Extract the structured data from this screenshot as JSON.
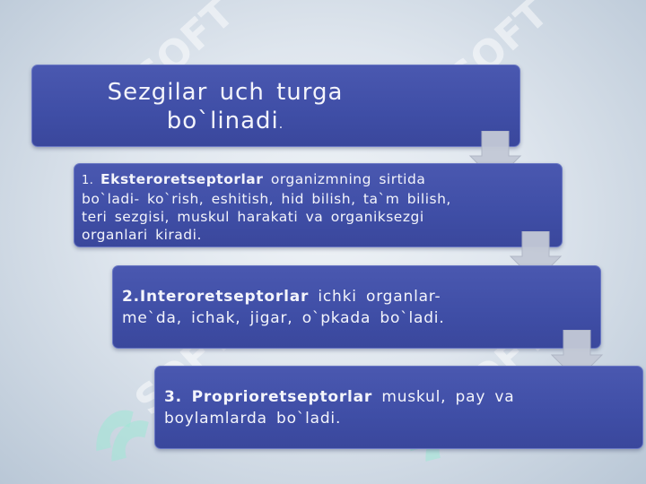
{
  "title": {
    "line1": "Sezgilar  uch  turga",
    "line2": "bo`linadi",
    "dot": "."
  },
  "items": [
    {
      "number": "1. ",
      "term": "Eksteroretseptorlar",
      "text": "  organizmning  sirtida bo`ladi- ko`rish,  eshitish,  hid  bilish,  ta`m bilish, teri  sezgisi,  muskul harakati  va organiksezgi  organlari  kiradi."
    },
    {
      "number": "2.",
      "term": "Interoretseptorlar",
      "text": "  ichki  organlar-me`da,  ichak,  jigar,  o`pkada  bo`ladi."
    },
    {
      "number": "3. ",
      "term": "Proprioretseptorlar",
      "text": "   muskul,  pay va  boylamlarda  bo`ladi."
    }
  ],
  "watermark": {
    "text": "SOFT"
  },
  "colors": {
    "box_fill": "#4150a8",
    "arrow_fill": "#c3c9d6",
    "watermark": "#9fe7d6"
  }
}
